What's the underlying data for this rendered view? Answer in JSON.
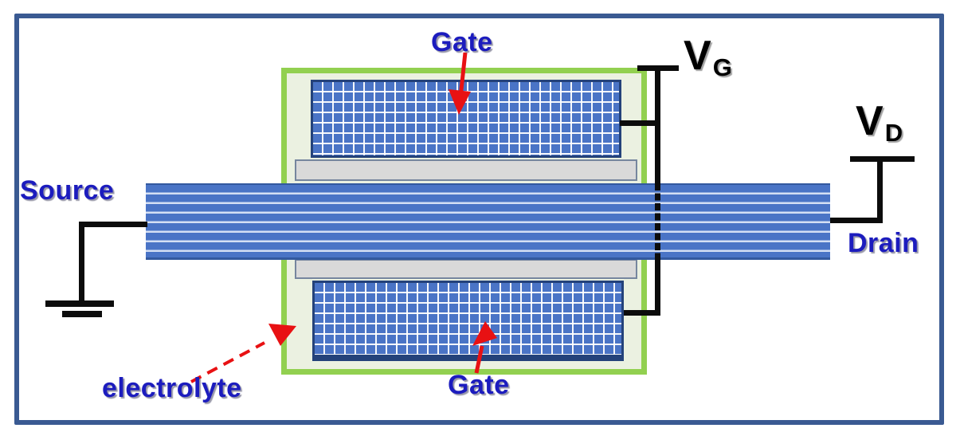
{
  "diagram": {
    "description": "Schematic of a fiber-based electrolyte-gated transistor with top and bottom gates",
    "labels": {
      "gate_top": "Gate",
      "gate_bottom": "Gate",
      "source": "Source",
      "drain": "Drain",
      "electrolyte": "electrolyte",
      "vg_main": "V",
      "vg_sub": "G",
      "vd_main": "V",
      "vd_sub": "D"
    }
  },
  "colors": {
    "frame": "#3a5a92",
    "labelBlue": "#1c1cbe",
    "wire": "#0c0c0c",
    "arrowRed": "#e81113",
    "greenBorder": "#92d050",
    "greenFill": "#ebf1e1",
    "gateBlue": "#4a74c6",
    "gateEdge": "#24427a",
    "grayFill": "#d9d9d9",
    "grayEdge": "#76869e",
    "channelBlue": "#4a74c6",
    "channelStripe": "#d4dff4",
    "channelEdge": "#33599f"
  }
}
